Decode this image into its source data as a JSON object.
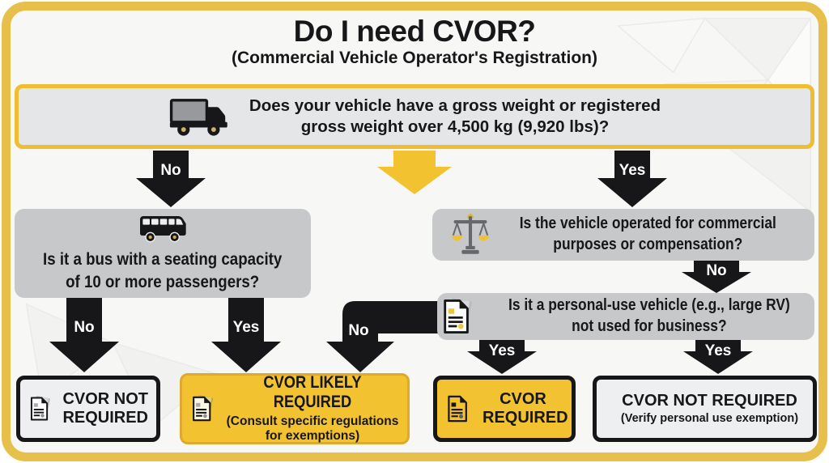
{
  "title": "Do I need CVOR?",
  "subtitle": "(Commercial Vehicle Operator's Registration)",
  "labels": {
    "no": "No",
    "yes": "Yes"
  },
  "questions": {
    "weight": {
      "icon": "truck-icon",
      "line1": "Does your vehicle have a gross weight or registered",
      "line2": "gross weight over 4,500 kg (9,920 lbs)?"
    },
    "bus": {
      "icon": "bus-icon",
      "line1": "Is it a bus with a seating capacity",
      "line2": "of 10 or more passengers?"
    },
    "commercial": {
      "icon": "scales-icon",
      "line1": "Is the vehicle operated for commercial",
      "line2": "purposes or compensation?"
    },
    "personal": {
      "icon": "document-icon",
      "line1": "Is it a personal-use vehicle (e.g., large RV)",
      "line2": "not used for business?"
    }
  },
  "outcomes": {
    "not_required_left": {
      "icon": "document-icon",
      "title": "CVOR NOT REQUIRED",
      "subtitle": ""
    },
    "likely_required": {
      "icon": "document-icon",
      "title": "CVOR LIKELY REQUIRED",
      "subtitle": "(Consult specific regulations for exemptions)"
    },
    "required": {
      "icon": "document-icon",
      "title": "CVOR REQUIRED",
      "subtitle": ""
    },
    "not_required_right": {
      "icon": "document-icon",
      "title": "CVOR NOT REQUIRED",
      "subtitle": "(Verify personal use exemption)"
    }
  },
  "colors": {
    "yellow": "#f2c230",
    "frame_yellow": "#e6c04a",
    "black": "#17171a",
    "gray_box": "#c6c8ca",
    "light_box": "#edeff1"
  }
}
